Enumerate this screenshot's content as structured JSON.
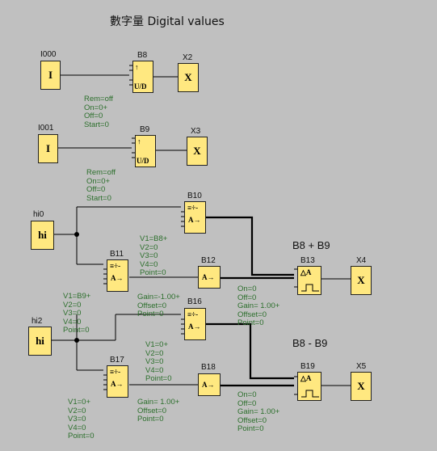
{
  "title": "數字量 Digital values",
  "subtitles": {
    "sum": "B8 + B9",
    "diff": "B8 - B9"
  },
  "blocks": {
    "I000": {
      "label": "I000",
      "text": "I"
    },
    "I001": {
      "label": "I001",
      "text": "I"
    },
    "hi0": {
      "label": "hi0",
      "text": "hi"
    },
    "hi2": {
      "label": "hi2",
      "text": "hi"
    },
    "B8": {
      "label": "B8",
      "up": "↑",
      "ud": "U/D"
    },
    "B9": {
      "label": "B9",
      "up": "↑",
      "ud": "U/D"
    },
    "X2": {
      "label": "X2",
      "text": "X"
    },
    "X3": {
      "label": "X3",
      "text": "X"
    },
    "X4": {
      "label": "X4",
      "text": "X"
    },
    "X5": {
      "label": "X5",
      "text": "X"
    },
    "B10": {
      "label": "B10",
      "mux": "≡÷-",
      "arrow": "A→"
    },
    "B11": {
      "label": "B11",
      "mux": "≡÷-",
      "arrow": "A→"
    },
    "B12": {
      "label": "B12",
      "arrow": "A→"
    },
    "B13": {
      "label": "B13",
      "delta": "△A"
    },
    "B16": {
      "label": "B16",
      "mux": "≡÷-",
      "arrow": "A→"
    },
    "B17": {
      "label": "B17",
      "mux": "≡÷-",
      "arrow": "A→"
    },
    "B18": {
      "label": "B18",
      "arrow": "A→"
    },
    "B19": {
      "label": "B19",
      "delta": "△A"
    }
  },
  "params": {
    "B8": "Rem=off\nOn=0+\nOff=0\nStart=0",
    "B9": "Rem=off\nOn=0+\nOff=0\nStart=0",
    "B11": "V1=B8+\nV2=0\nV3=0\nV4=0\nPoint=0",
    "B12": "Gain=-1.00+\nOffset=0\nPoint=0",
    "B13": "On=0\nOff=0\nGain= 1.00+\nOffset=0\nPoint=0",
    "hi2": "V1=B9+\nV2=0\nV3=0\nV4=0\nPoint=0",
    "B16": "V1=0+\nV2=0\nV3=0\nV4=0\nPoint=0",
    "B17": "V1=0+\nV2=0\nV3=0\nV4=0\nPoint=0",
    "B18": "Gain= 1.00+\nOffset=0\nPoint=0",
    "B19": "On=0\nOff=0\nGain= 1.00+\nOffset=0\nPoint=0"
  },
  "colors": {
    "background": "#c0c0c0",
    "block": "#ffe880",
    "param_text": "#2c6f2c",
    "wire": "#000000"
  }
}
